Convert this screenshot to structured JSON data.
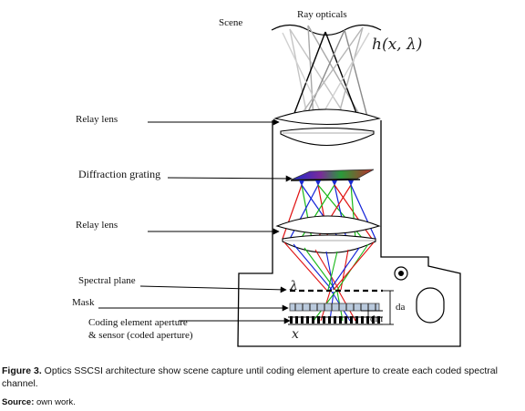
{
  "labels": {
    "scene": "Scene",
    "ray_opticals": "Ray opticals",
    "h_func": "h(x, λ)",
    "relay_lens_top": "Relay lens",
    "diffraction_grating": "Diffraction grating",
    "relay_lens_bottom": "Relay lens",
    "spectral_plane": "Spectral plane",
    "lambda": "λ",
    "mask": "Mask",
    "coding_line1": "Coding element aperture",
    "coding_line2": "& sensor (coded aperture)",
    "x_var": "x",
    "da": "da",
    "dm": "dm"
  },
  "caption": {
    "fig_label": "Figure 3.",
    "text": " Optics SSCSI architecture show scene capture until coding element aperture to create each coded spectral channel."
  },
  "source": {
    "label": "Source:",
    "text": " own work."
  },
  "colors": {
    "red": "#e01010",
    "green": "#18b818",
    "blue": "#1020d8",
    "ray_gray_light": "#bdbdbd",
    "ray_gray_mid": "#8c8c8c",
    "lens_fill": "#dcdcdc"
  }
}
